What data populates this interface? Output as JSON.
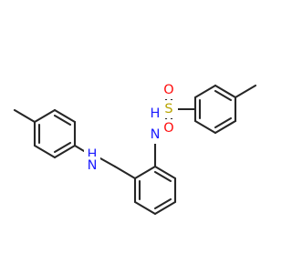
{
  "molecule": {
    "atoms": {
      "N_sulfonamide": {
        "text": "N",
        "subtext": "H",
        "color": "#1d1dff"
      },
      "S": {
        "text": "S",
        "color": "#b8a400"
      },
      "O1": {
        "text": "O",
        "color": "#ff0d0d"
      },
      "O2": {
        "text": "O",
        "color": "#ff0d0d"
      },
      "NH_amine": {
        "text": "H",
        "subtext": "N",
        "color": "#1d1dff"
      }
    },
    "colors": {
      "bond": "#262626",
      "background": "#ffffff"
    }
  }
}
